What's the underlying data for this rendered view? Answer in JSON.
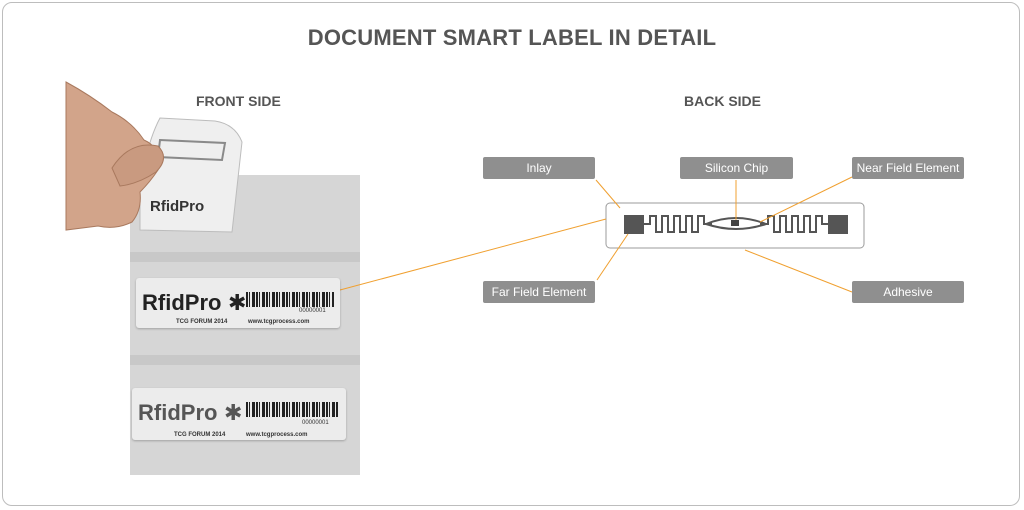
{
  "title": "DOCUMENT SMART LABEL IN DETAIL",
  "front_title": "FRONT SIDE",
  "back_title": "BACK SIDE",
  "callouts": {
    "inlay": "Inlay",
    "chip": "Silicon Chip",
    "near": "Near Field Element",
    "far": "Far Field Element",
    "adhesive": "Adhesive"
  },
  "labels": {
    "brand": "RfidPro",
    "event": "TCG FORUM 2014",
    "url": "www.tcgprocess.com",
    "serial": "00000001"
  },
  "colors": {
    "callout_bg": "#8f8f8f",
    "leader": "#f0a030",
    "title_text": "#555555"
  }
}
